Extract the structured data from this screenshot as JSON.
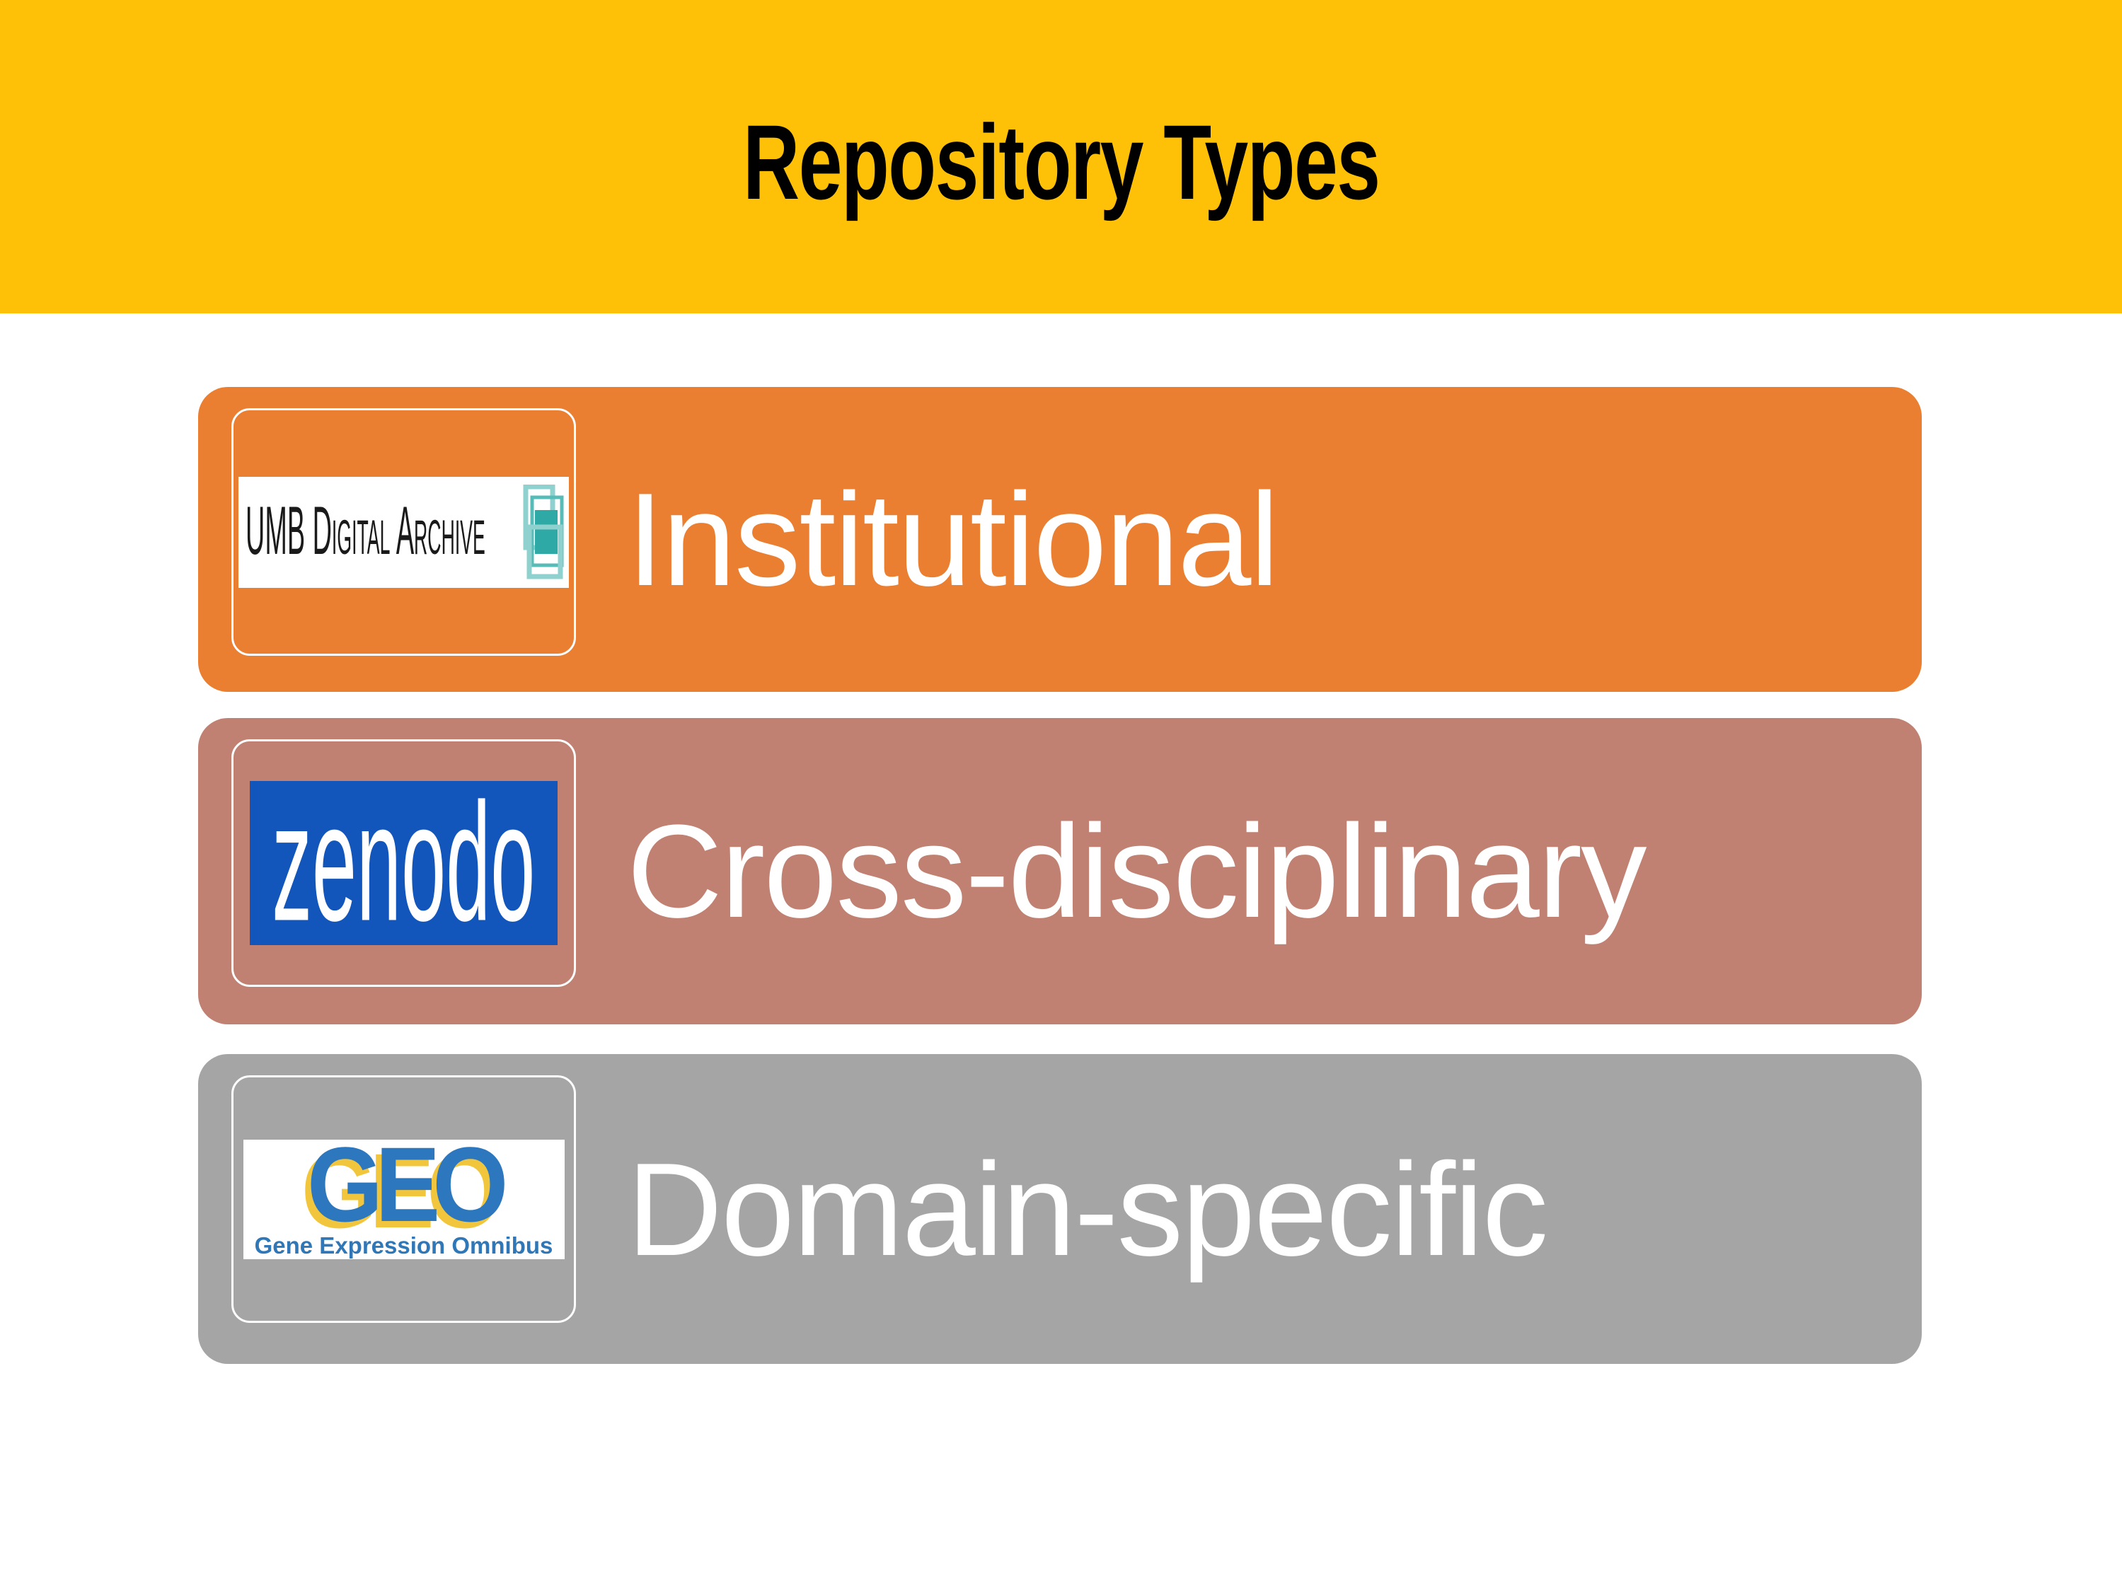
{
  "title": "Repository Types",
  "colors": {
    "header_bg": "#FFC107",
    "title_text": "#000000",
    "row_institutional_bg": "#EA7E31",
    "row_cross_disciplinary_bg": "#C08172",
    "row_domain_specific_bg": "#A5A5A5",
    "card_border": "#FFFFFF",
    "label_text": "#FFFFFF",
    "zenodo_box_bg": "#1356BB",
    "zenodo_text": "#FFFFFF",
    "geo_blue": "#2C77BE",
    "geo_yellow_shadow": "#F1C63D",
    "geo_subtitle_blue": "#3077B8",
    "umb_text": "#1A1A1A",
    "umb_teal_solid": "#2EA9A5",
    "umb_teal_light": "#8ED1CE",
    "umb_teal_mid": "#57BCB8"
  },
  "rows": [
    {
      "label": "Institutional",
      "bg": "#EA7E31",
      "logo_name": "umb-digital-archive",
      "logo_text": "UMB Digital Archive"
    },
    {
      "label": "Cross-disciplinary",
      "bg": "#C08172",
      "logo_name": "zenodo",
      "logo_text": "zenodo",
      "logo_box_bg": "#1356BB"
    },
    {
      "label": "Domain-specific",
      "bg": "#A5A5A5",
      "logo_name": "geo-gene-expression-omnibus",
      "logo_text": "GEO",
      "logo_subtitle": "Gene Expression Omnibus"
    }
  ]
}
